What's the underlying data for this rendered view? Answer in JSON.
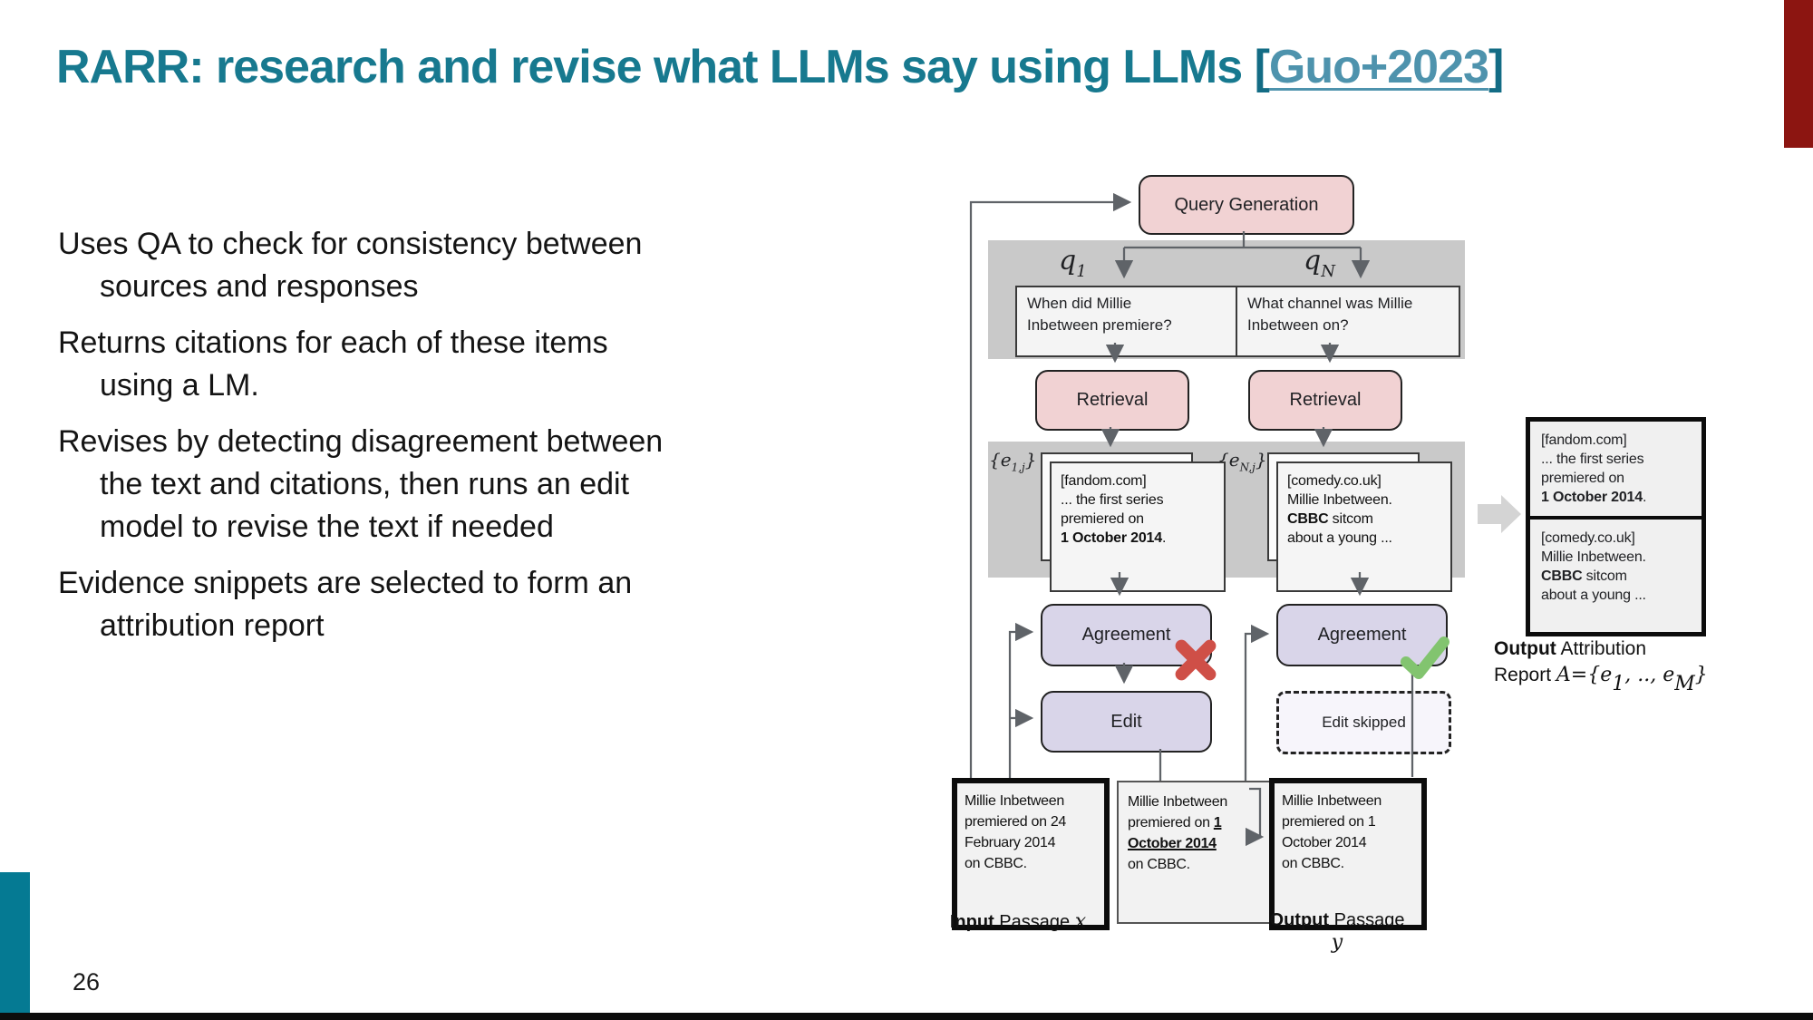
{
  "colors": {
    "title_teal": "#17798f",
    "link_blue": "#4e93ad",
    "sidebar_teal": "#057a93",
    "corner_red": "#8c1511",
    "pink_box": "#f1d2d3",
    "lavender_box": "#d9d5e9",
    "band_gray": "#c9c9c9",
    "disagree_red": "#cf4f47",
    "agree_green": "#82c46f"
  },
  "slide": {
    "title_prefix": "RARR: research and revise what LLMs say using LLMs ",
    "title_bracket_open": "[",
    "title_link": "Guo+2023",
    "title_bracket_close": "]",
    "page_number": "26",
    "bullets": [
      {
        "lines": [
          "Uses QA to check for consistency between",
          "sources and responses"
        ]
      },
      {
        "lines": [
          "Returns citations for each of these items",
          "using a LM."
        ]
      },
      {
        "lines": [
          "Revises by detecting disagreement between",
          "the text and citations, then runs an edit",
          "model to revise the text if needed"
        ]
      },
      {
        "lines": [
          "Evidence snippets are selected to form an",
          "attribution report"
        ]
      }
    ]
  },
  "diagram": {
    "query_generation": "Query Generation",
    "q1": {
      "base": "q",
      "sub": "1"
    },
    "qN": {
      "base": "q",
      "sub": "N"
    },
    "question_left": {
      "line1": "When did Millie",
      "line2": "Inbetween premiere?"
    },
    "question_right": {
      "line1": "What channel was Millie",
      "line2": "Inbetween on?"
    },
    "retrieval_left": "Retrieval",
    "retrieval_right": "Retrieval",
    "e_left": {
      "open": "{",
      "base": "e",
      "sub": "1,j",
      "close": "}"
    },
    "e_right": {
      "open": "{",
      "base": "e",
      "sub": "N,j",
      "close": "}"
    },
    "evidence_left": {
      "line1": "[fandom.com]",
      "line2": "... the first series",
      "line3": "premiered on",
      "line4_bold": "1 October 2014",
      "line4_tail": "."
    },
    "evidence_right": {
      "line1": "[comedy.co.uk]",
      "line2": "Millie Inbetween.",
      "line3_bold": "CBBC",
      "line3_tail": " sitcom",
      "line4": "about a young ..."
    },
    "agreement_left": "Agreement",
    "agreement_right": "Agreement",
    "edit": "Edit",
    "edit_skipped": "Edit skipped",
    "report_caption": {
      "bold": "Output",
      "rest": " Attribution",
      "line2_pre": "Report ",
      "var_a": "A",
      "eq": "={",
      "e": "e",
      "sub1": "1",
      "mid": ", .., ",
      "sub2": "M",
      "close": "}"
    },
    "passage_input": {
      "line1": "Millie Inbetween",
      "line2": "premiered on 24",
      "line3": "February 2014",
      "line4": "on CBBC.",
      "label_bold": "Input",
      "label_rest": " Passage ",
      "label_var": "x"
    },
    "passage_middle": {
      "line1": "Millie Inbetween",
      "line2_pre": "premiered on ",
      "line2_bold": "1",
      "line3_bold": "October 2014",
      "line4": "on CBBC."
    },
    "passage_output": {
      "line1": "Millie Inbetween",
      "line2": "premiered on 1",
      "line3": "October 2014",
      "line4": "on CBBC.",
      "label_bold": "Output",
      "label_rest": " Passage ",
      "label_var": "y"
    }
  }
}
